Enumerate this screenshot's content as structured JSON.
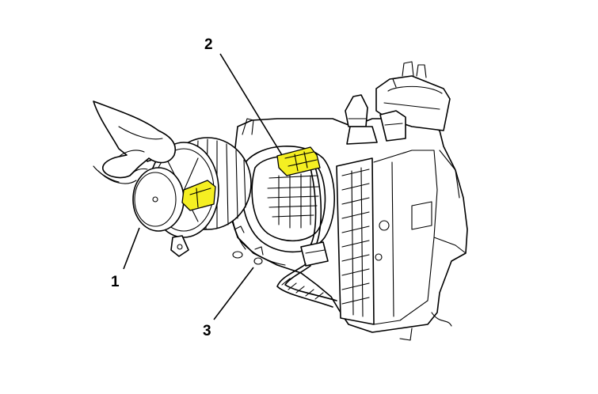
{
  "diagram": {
    "callouts": [
      {
        "id": "1",
        "label": "1"
      },
      {
        "id": "2",
        "label": "2"
      },
      {
        "id": "3",
        "label": "3"
      }
    ],
    "highlight_color": "#f5ef22",
    "line_color": "#000000",
    "background_color": "#ffffff"
  }
}
